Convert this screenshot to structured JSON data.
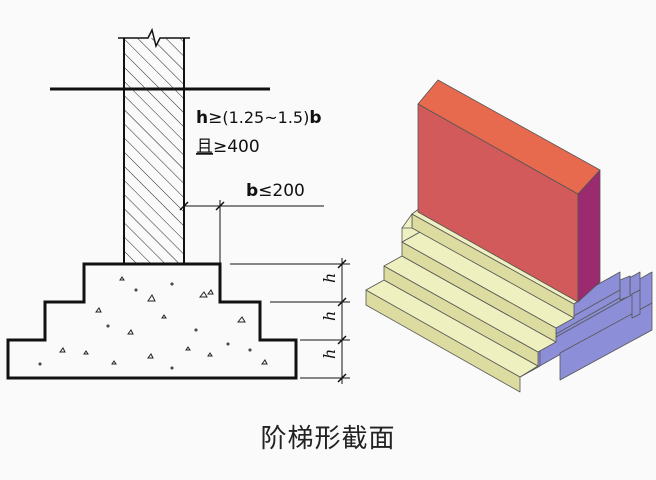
{
  "caption": "阶梯形截面",
  "annotations": {
    "h_rule_h": "h",
    "h_rule_ge": "≥",
    "h_rule_range": "(1.25~1.5)",
    "h_rule_b": "b",
    "limit_prefix": "且",
    "limit_rest": "≥400",
    "b_symbol": "b",
    "b_rule": "≤200",
    "step_height_label": "h"
  },
  "colors": {
    "wall_front": "#d35a5a",
    "wall_top": "#e86a4e",
    "wall_side": "#9b2a6e",
    "step_top": "#eef0c0",
    "step_front": "#dcdca0",
    "base_side": "#8c8ed8",
    "line": "#111111"
  }
}
